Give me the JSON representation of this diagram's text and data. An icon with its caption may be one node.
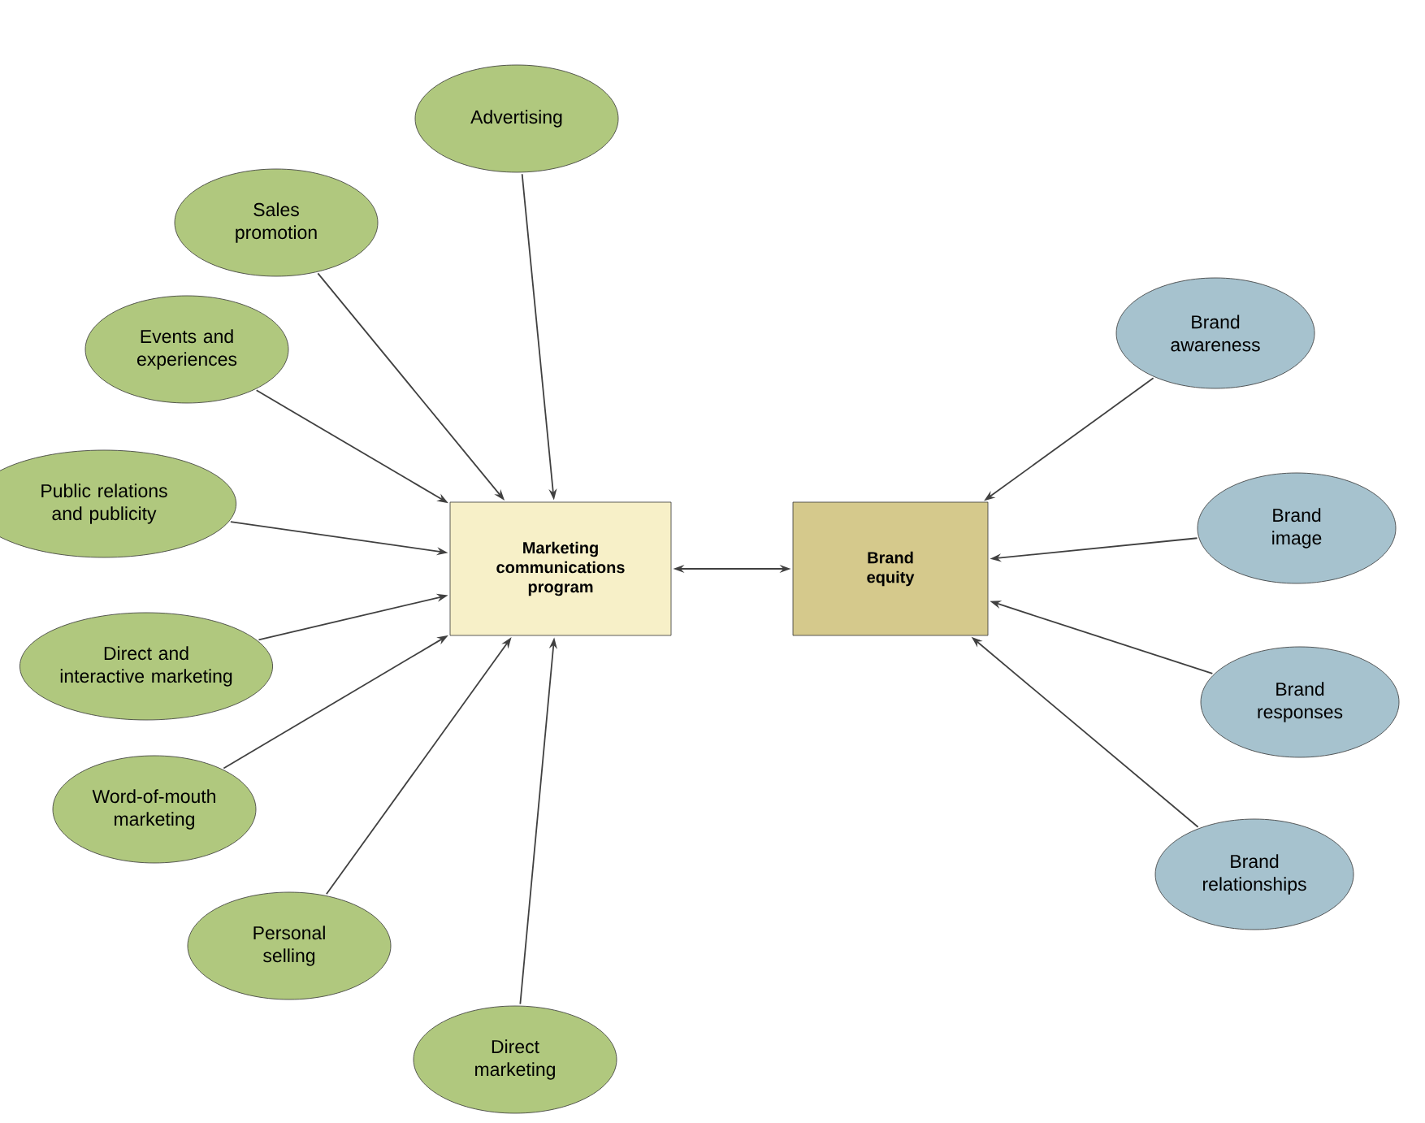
{
  "diagram": {
    "nodes": [
      {
        "text": [
          "Advertising"
        ]
      },
      {
        "text": [
          "Sales promotion"
        ]
      },
      {
        "text": [
          "Events and experiences"
        ]
      },
      {
        "text": [
          "Public relations and publicity"
        ]
      },
      {
        "text": [
          "Direct and interactive marketing"
        ]
      },
      {
        "text": [
          "Word-of-mouth marketing"
        ]
      },
      {
        "text": [
          "Personal selling"
        ]
      },
      {
        "text": [
          "Direct marketing"
        ]
      },
      {
        "text": [
          "Marketing communications program"
        ]
      },
      {
        "text": [
          "Brand equity"
        ]
      },
      {
        "text": [
          "Brand awareness"
        ]
      },
      {
        "text": [
          "Brand image"
        ]
      },
      {
        "text": [
          "Brand responses"
        ]
      },
      {
        "text": [
          "Brand relationships"
        ]
      }
    ],
    "edges": [
      {
        "from": 0,
        "to": 8,
        "arrow": "to"
      },
      {
        "from": 1,
        "to": 8,
        "arrow": "to"
      },
      {
        "from": 2,
        "to": 8,
        "arrow": "to"
      },
      {
        "from": 3,
        "to": 8,
        "arrow": "to"
      },
      {
        "from": 4,
        "to": 8,
        "arrow": "to"
      },
      {
        "from": 5,
        "to": 8,
        "arrow": "to"
      },
      {
        "from": 6,
        "to": 8,
        "arrow": "to"
      },
      {
        "from": 7,
        "to": 8,
        "arrow": "to"
      },
      {
        "from": 8,
        "to": 9,
        "arrow": "both"
      },
      {
        "from": 10,
        "to": 9,
        "arrow": "to"
      },
      {
        "from": 11,
        "to": 9,
        "arrow": "to"
      },
      {
        "from": 12,
        "to": 9,
        "arrow": "to"
      },
      {
        "from": 13,
        "to": 9,
        "arrow": "to"
      }
    ]
  }
}
